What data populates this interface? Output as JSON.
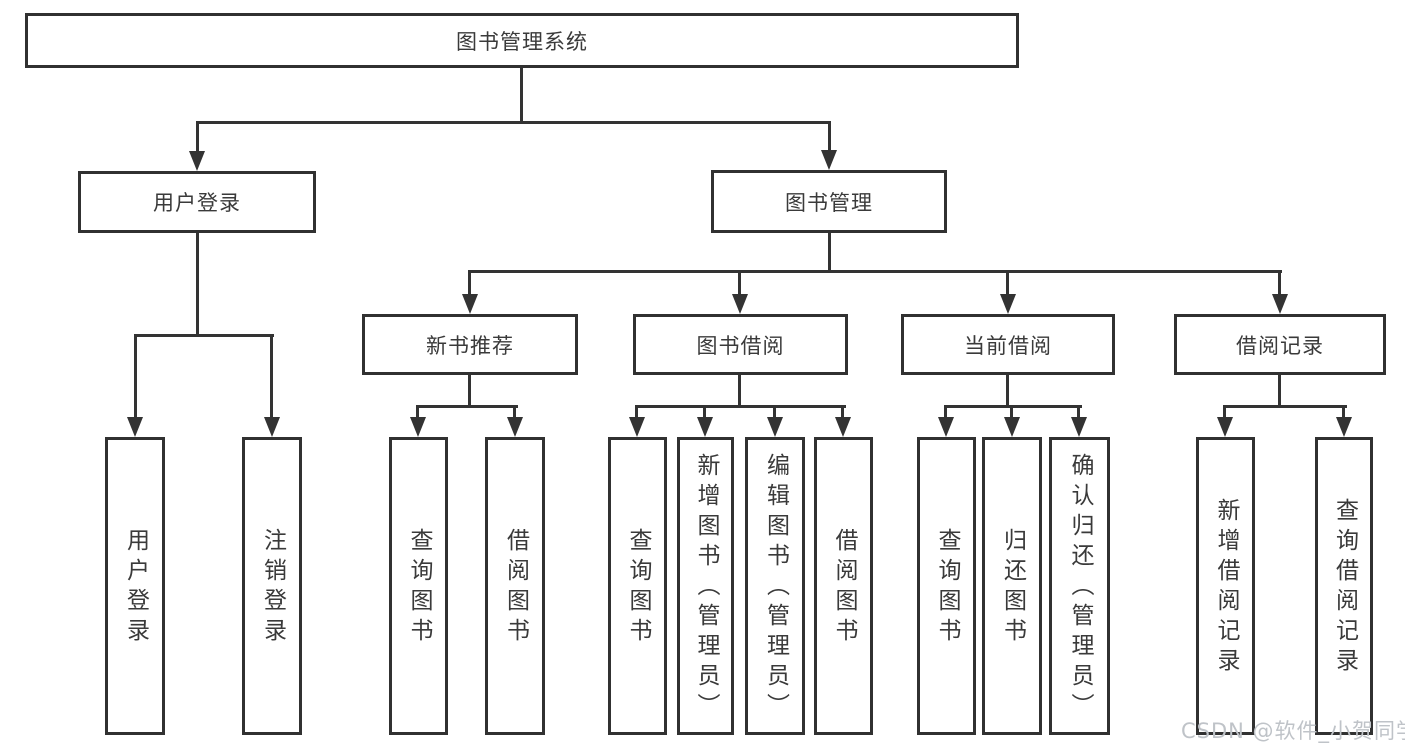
{
  "tree": {
    "label": "图书管理系统",
    "children": [
      {
        "label": "用户登录",
        "children": [
          {
            "label": "用户登录"
          },
          {
            "label": "注销登录"
          }
        ]
      },
      {
        "label": "图书管理",
        "children": [
          {
            "label": "新书推荐",
            "children": [
              {
                "label": "查询图书"
              },
              {
                "label": "借阅图书"
              }
            ]
          },
          {
            "label": "图书借阅",
            "children": [
              {
                "label": "查询图书"
              },
              {
                "label": "新增图书（管理员）"
              },
              {
                "label": "编辑图书（管理员）"
              },
              {
                "label": "借阅图书"
              }
            ]
          },
          {
            "label": "当前借阅",
            "children": [
              {
                "label": "查询图书"
              },
              {
                "label": "归还图书"
              },
              {
                "label": "确认归还（管理员）"
              }
            ]
          },
          {
            "label": "借阅记录",
            "children": [
              {
                "label": "新增借阅记录"
              },
              {
                "label": "查询借阅记录"
              }
            ]
          }
        ]
      }
    ]
  },
  "watermark": {
    "text": "CSDN @软件_小贺同学"
  },
  "colors": {
    "line": "#333333",
    "box_border": "#313131",
    "box_fill": "#ffffff",
    "text": "#3a3a3a",
    "watermark_text": "#bfc3c8"
  }
}
